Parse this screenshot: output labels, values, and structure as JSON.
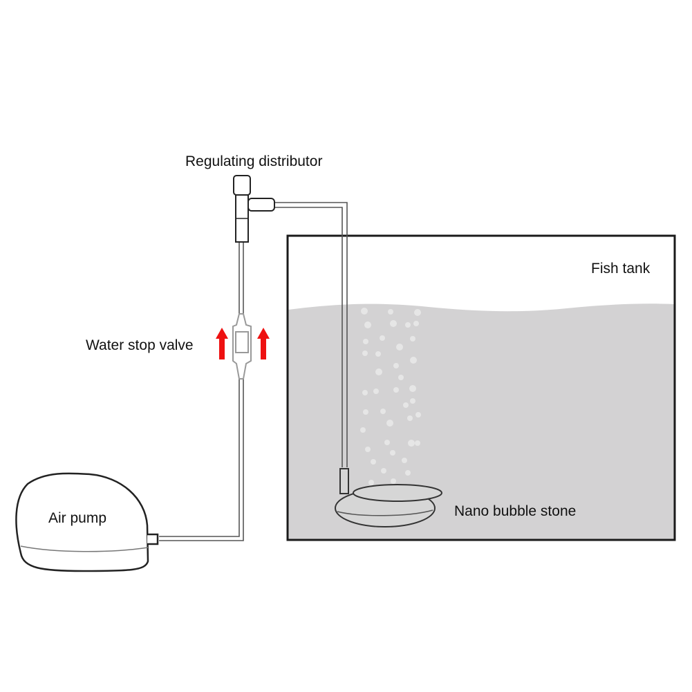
{
  "labels": {
    "regulating_distributor": "Regulating distributor",
    "water_stop_valve": "Water stop valve",
    "air_pump": "Air pump",
    "fish_tank": "Fish tank",
    "nano_bubble_stone": "Nano bubble stone"
  },
  "colors": {
    "water": "#d3d2d3",
    "outline": "#1a1a1a",
    "tube": "#555555",
    "arrow": "#ee1111",
    "bubble": "#e8e8e8"
  },
  "arrows": {
    "count": 2,
    "direction": "up"
  }
}
